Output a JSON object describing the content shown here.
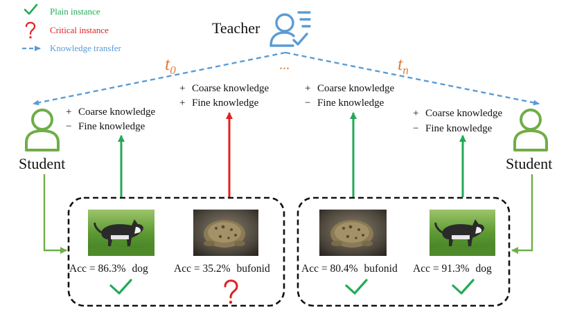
{
  "legend": {
    "plain": {
      "label": "Plain instance",
      "color": "#22aa55"
    },
    "critical": {
      "label": "Critical instance",
      "color": "#e02020"
    },
    "transfer": {
      "label": "Knowledge transfer",
      "color": "#5b9bd5"
    }
  },
  "teacher": {
    "label": "Teacher",
    "color": "#5b9bd5"
  },
  "student_left": {
    "label": "Student",
    "color": "#70ad47"
  },
  "student_right": {
    "label": "Student",
    "color": "#70ad47"
  },
  "time": {
    "t0": "t",
    "t0_sub": "0",
    "tn": "t",
    "tn_sub": "n",
    "ellipsis": "...",
    "color": "#e07b39"
  },
  "knowledge": {
    "left_student": [
      {
        "sign": "+",
        "text": "Coarse knowledge"
      },
      {
        "sign": "−",
        "text": "Fine knowledge"
      }
    ],
    "middle_left": [
      {
        "sign": "+",
        "text": "Coarse knowledge"
      },
      {
        "sign": "+",
        "text": "Fine knowledge"
      }
    ],
    "middle_right": [
      {
        "sign": "+",
        "text": "Coarse knowledge"
      },
      {
        "sign": "−",
        "text": "Fine knowledge"
      }
    ],
    "right_student": [
      {
        "sign": "+",
        "text": "Coarse knowledge"
      },
      {
        "sign": "−",
        "text": "Fine knowledge"
      }
    ]
  },
  "instances": [
    {
      "acc": "Acc = 86.3%",
      "label": "dog",
      "status": "plain",
      "picture": "husky-photo"
    },
    {
      "acc": "Acc = 35.2%",
      "label": "bufonid",
      "status": "critical",
      "picture": "toad-photo"
    },
    {
      "acc": "Acc = 80.4%",
      "label": "bufonid",
      "status": "plain",
      "picture": "toad-photo"
    },
    {
      "acc": "Acc = 91.3%",
      "label": "dog",
      "status": "plain",
      "picture": "husky-photo"
    }
  ],
  "colors": {
    "plain_arrow": "#22aa55",
    "critical_arrow": "#e02020",
    "student_arrow": "#70ad47",
    "box_border": "#111111"
  }
}
